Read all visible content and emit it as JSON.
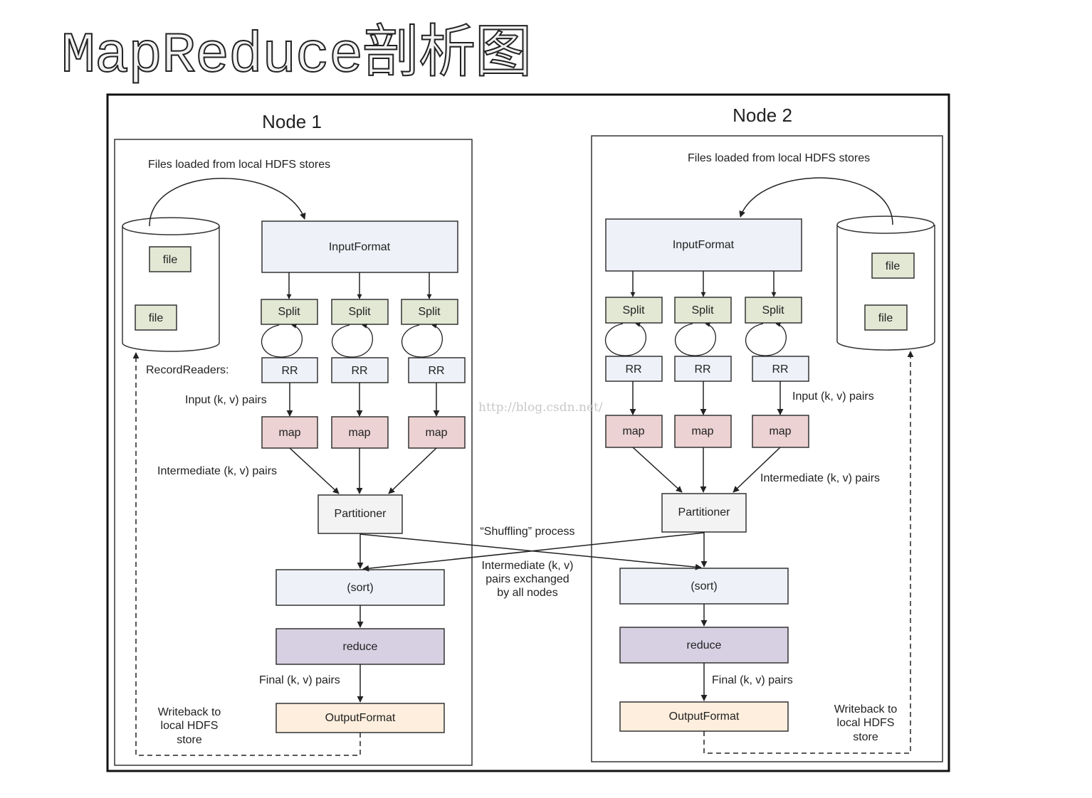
{
  "title": "MapReduce剖析图",
  "watermark": "http://blog.csdn.net/",
  "nodes": [
    {
      "name": "Node 1",
      "files_label": "Files loaded from local HDFS stores",
      "file_labels": [
        "file",
        "file"
      ],
      "input_format": "InputFormat",
      "splits": [
        "Split",
        "Split",
        "Split"
      ],
      "record_readers_label": "RecordReaders:",
      "rr": [
        "RR",
        "RR",
        "RR"
      ],
      "input_pairs_label": "Input (k, v) pairs",
      "maps": [
        "map",
        "map",
        "map"
      ],
      "intermediate_label": "Intermediate (k, v) pairs",
      "partitioner": "Partitioner",
      "sort": "(sort)",
      "reduce": "reduce",
      "final_label": "Final (k, v) pairs",
      "output_format": "OutputFormat",
      "writeback": [
        "Writeback to",
        "local HDFS",
        "store"
      ]
    },
    {
      "name": "Node 2",
      "files_label": "Files loaded from local HDFS stores",
      "file_labels": [
        "file",
        "file"
      ],
      "input_format": "InputFormat",
      "splits": [
        "Split",
        "Split",
        "Split"
      ],
      "rr": [
        "RR",
        "RR",
        "RR"
      ],
      "input_pairs_label": "Input (k, v) pairs",
      "maps": [
        "map",
        "map",
        "map"
      ],
      "intermediate_label": "Intermediate (k, v) pairs",
      "partitioner": "Partitioner",
      "sort": "(sort)",
      "reduce": "reduce",
      "final_label": "Final (k, v) pairs",
      "output_format": "OutputFormat",
      "writeback": [
        "Writeback to",
        "local HDFS",
        "store"
      ]
    }
  ],
  "shuffle": {
    "label": "“Shuffling” process",
    "desc": [
      "Intermediate (k, v)",
      "pairs exchanged",
      "by all nodes"
    ]
  },
  "colors": {
    "input_format": "#eef1f8",
    "split": "#e2e8d4",
    "rr": "#eef1f8",
    "map": "#ecd2d2",
    "partitioner": "#f3f3f3",
    "sort": "#eef1f8",
    "reduce": "#d6d0e2",
    "output_format": "#fdeedd",
    "file": "#e2e8d4"
  }
}
